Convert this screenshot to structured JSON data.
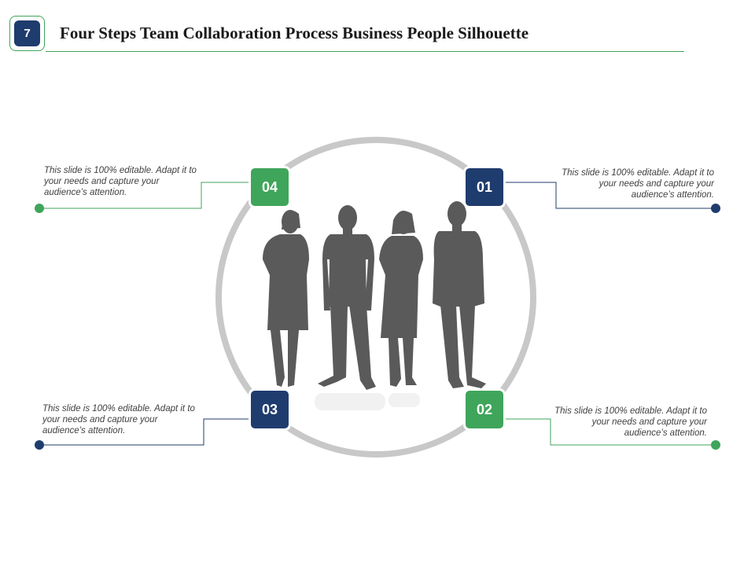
{
  "slide": {
    "number": "7",
    "title": "Four Steps Team Collaboration Process Business People Silhouette"
  },
  "colors": {
    "green": "#3fa55b",
    "navy": "#1f3c6e",
    "ring": "#c8c8c8",
    "silhouette": "#5a5a5a"
  },
  "steps": [
    {
      "number": "01",
      "text": "This slide is 100% editable. Adapt it to your needs and capture your audience’s attention."
    },
    {
      "number": "02",
      "text": "This slide is 100% editable. Adapt it to your needs and capture your audience’s attention."
    },
    {
      "number": "03",
      "text": "This slide is 100% editable. Adapt it to your needs and capture your audience’s attention."
    },
    {
      "number": "04",
      "text": "This slide is 100% editable. Adapt it to your needs and capture your audience’s attention."
    }
  ]
}
